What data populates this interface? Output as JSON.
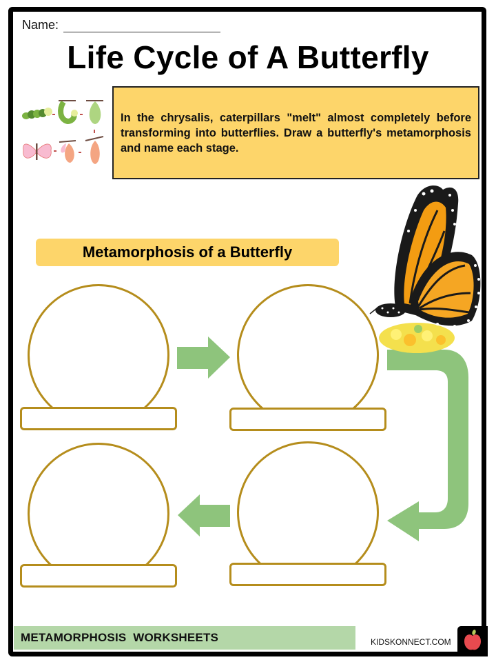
{
  "header": {
    "name_label": "Name:",
    "title": "Life Cycle of A Butterfly"
  },
  "intro": {
    "thumbnail_icon": "butterfly-life-cycle-illustration",
    "text": "In the chrysalis, caterpillars \"melt\" almost completely before transforming into butterflies. Draw a butterfly's metamorphosis and name each stage."
  },
  "activity": {
    "subtitle": "Metamorphosis of a Butterfly",
    "stages": [
      {
        "position": "top-left",
        "drawing": "",
        "label": ""
      },
      {
        "position": "top-right",
        "drawing": "",
        "label": ""
      },
      {
        "position": "bottom-right",
        "drawing": "",
        "label": ""
      },
      {
        "position": "bottom-left",
        "drawing": "",
        "label": ""
      }
    ],
    "decor_image": "monarch-butterfly-photo"
  },
  "footer": {
    "series": "METAMORPHOSIS  WORKSHEETS",
    "site": "KIDSKONNECT.COM",
    "logo_icon": "apple-icon"
  },
  "colors": {
    "accent_yellow": "#fdd56a",
    "circle_outline": "#b58d1c",
    "arrow_green": "#8ec47c",
    "footer_green": "#b4d7a8",
    "frame": "#000000"
  }
}
